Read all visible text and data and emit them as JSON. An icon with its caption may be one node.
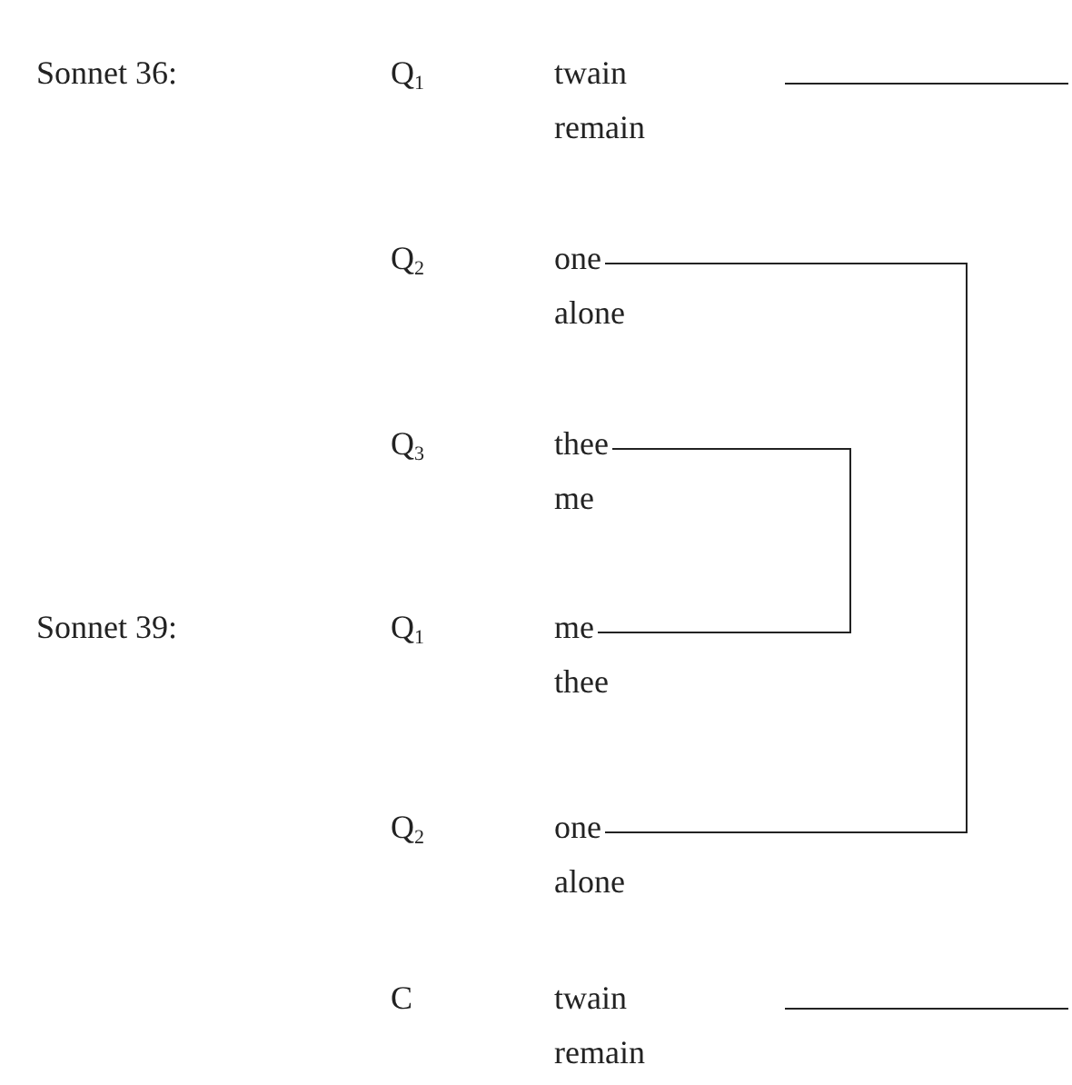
{
  "diagram": {
    "nodes": [
      {
        "text": [
          "twain"
        ]
      },
      {
        "text": [
          "remain"
        ]
      },
      {
        "text": [
          "one"
        ]
      },
      {
        "text": [
          "alone"
        ]
      },
      {
        "text": [
          "thee"
        ]
      },
      {
        "text": [
          "me"
        ]
      },
      {
        "text": [
          "me"
        ]
      },
      {
        "text": [
          "thee"
        ]
      },
      {
        "text": [
          "one"
        ]
      },
      {
        "text": [
          "alone"
        ]
      },
      {
        "text": [
          "twain"
        ]
      },
      {
        "text": [
          "remain"
        ]
      }
    ],
    "edges": [
      {
        "from": 2,
        "to": 8,
        "arrow": "none"
      },
      {
        "from": 4,
        "to": 6,
        "arrow": "none"
      }
    ],
    "labels": [
      "Sonnet 36:",
      "Q$_{1}$",
      "Q$_{2}$",
      "Q$_{3}$",
      "Sonnet 39:",
      "Q$_{1}$",
      "Q$_{2}$",
      "C"
    ]
  }
}
